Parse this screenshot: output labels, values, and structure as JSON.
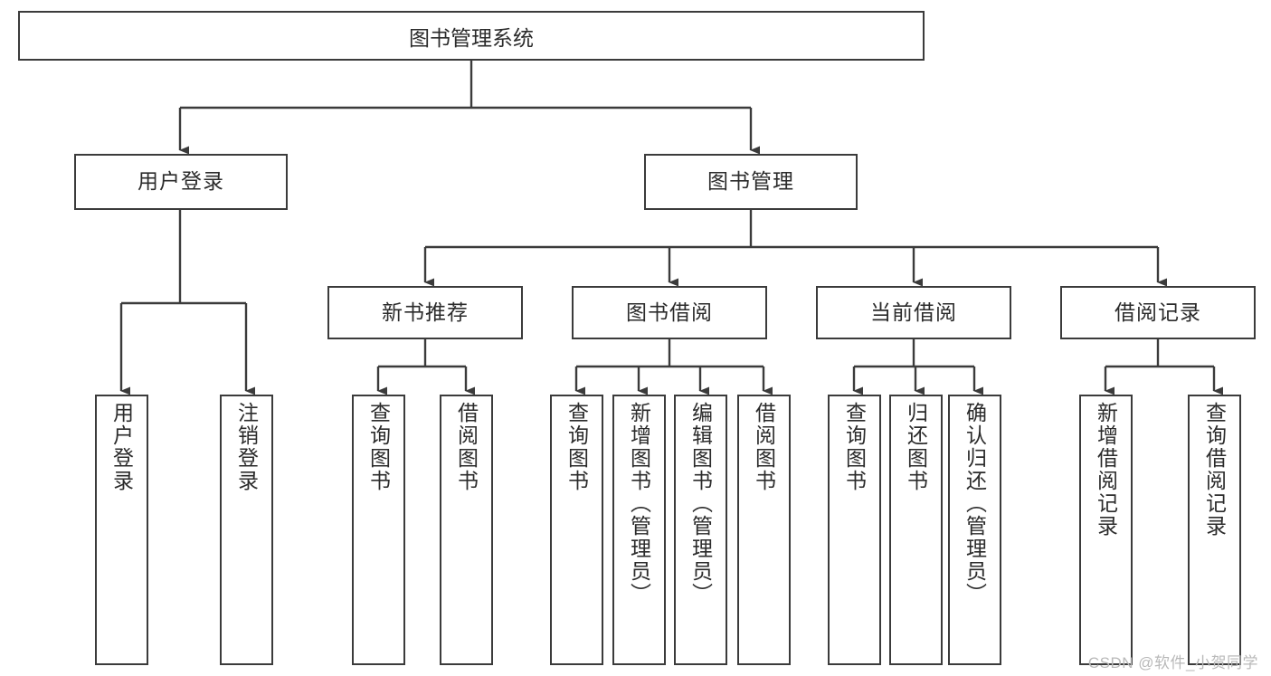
{
  "diagram": {
    "title": "图书管理系统",
    "type": "hierarchy-tree",
    "style": {
      "box_border_color": "#3b3b3b",
      "box_fill_color": "#ffffff",
      "connector_color": "#3b3b3b",
      "background_color": "#ffffff",
      "text_color": "#2b2b2b"
    }
  },
  "root": {
    "label": "图书管理系统"
  },
  "level2": [
    {
      "label": "用户登录"
    },
    {
      "label": "图书管理"
    }
  ],
  "level3": [
    {
      "label": "新书推荐"
    },
    {
      "label": "图书借阅"
    },
    {
      "label": "当前借阅"
    },
    {
      "label": "借阅记录"
    }
  ],
  "leaves": {
    "user_login": [
      {
        "label": "用户登录"
      },
      {
        "label": "注销登录"
      }
    ],
    "new_book_recommend": [
      {
        "label": "查询图书"
      },
      {
        "label": "借阅图书"
      }
    ],
    "book_borrow": [
      {
        "label": "查询图书"
      },
      {
        "label": "新增图书（管理员）"
      },
      {
        "label": "编辑图书（管理员）"
      },
      {
        "label": "借阅图书"
      }
    ],
    "current_borrow": [
      {
        "label": "查询图书"
      },
      {
        "label": "归还图书"
      },
      {
        "label": "确认归还（管理员）"
      }
    ],
    "borrow_record": [
      {
        "label": "新增借阅记录"
      },
      {
        "label": "查询借阅记录"
      }
    ]
  },
  "watermark": {
    "text": "CSDN @软件_小贺同学"
  }
}
